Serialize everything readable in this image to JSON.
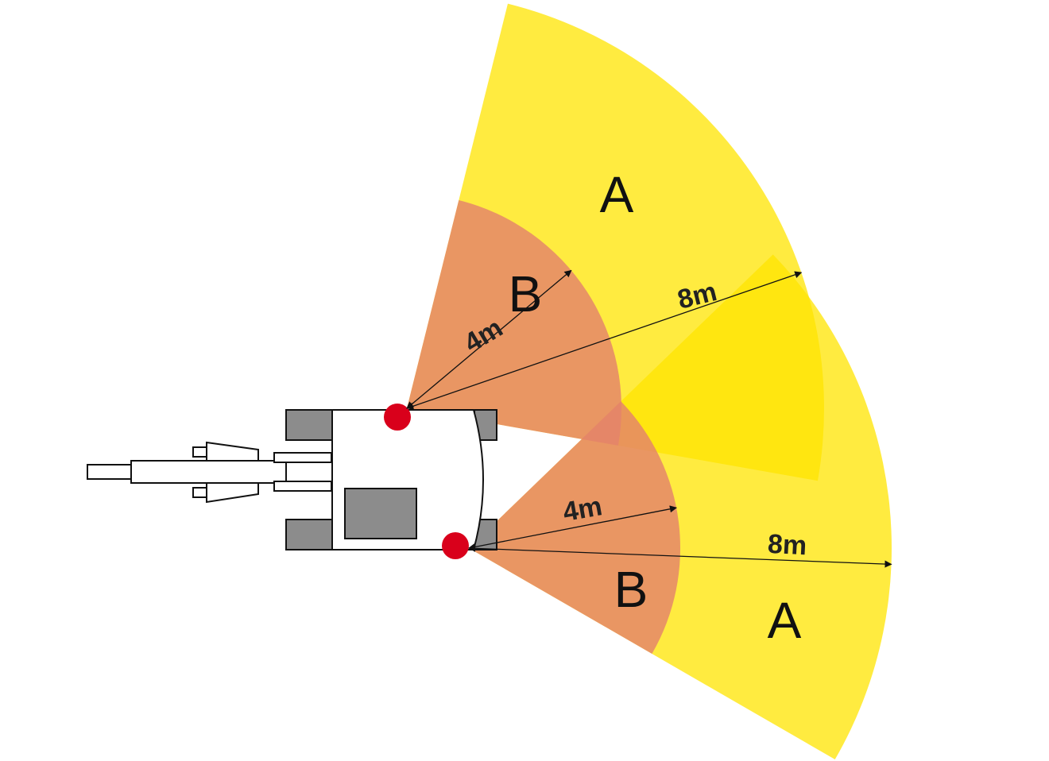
{
  "colors": {
    "zone_a": "#ffe400",
    "zone_b": "#e4826b",
    "sensor": "#d9001b",
    "machine_fill": "#ffffff",
    "machine_part": "#8c8c8c",
    "outline": "#111111"
  },
  "sensors": [
    {
      "id": "upper",
      "zone_a": {
        "label": "A",
        "radius": "8m"
      },
      "zone_b": {
        "label": "B",
        "radius": "4m"
      }
    },
    {
      "id": "lower",
      "zone_a": {
        "label": "A",
        "radius": "8m"
      },
      "zone_b": {
        "label": "B",
        "radius": "4m"
      }
    }
  ]
}
